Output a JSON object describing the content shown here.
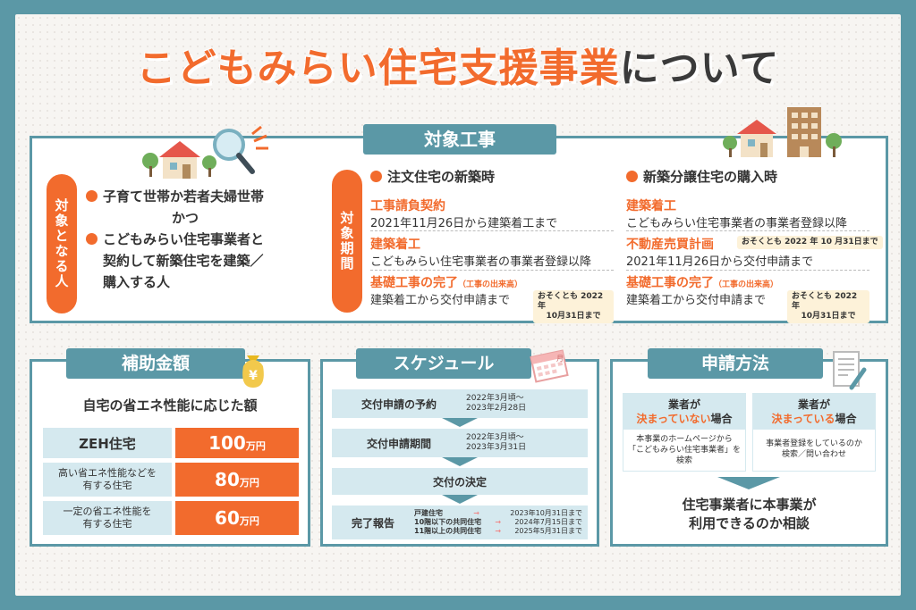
{
  "title": {
    "part1": "こどもみらい住宅支援事業",
    "part2": "について"
  },
  "target": {
    "tab": "対象工事",
    "who_label": "対象となる人",
    "who_items": [
      "子育て世帯か若者夫婦世帯",
      "かつ",
      "こどもみらい住宅事業者と",
      "契約して新築住宅を建築／",
      "購入する人"
    ],
    "period_label": "対象期間",
    "col1": {
      "heading": "注文住宅の新築時",
      "s1_title": "工事請負契約",
      "s1_text": "2021年11月26日から建築着工まで",
      "s2_title": "建築着工",
      "s2_text": "こどもみらい住宅事業者の事業者登録以降",
      "s3_title": "基礎工事の完了",
      "s3_sub": "（工事の出来高）",
      "s3_text": "建築着工から交付申請まで",
      "s3_note1": "おそくとも 2022年",
      "s3_note2": "10月31日まで"
    },
    "col2": {
      "heading": "新築分譲住宅の購入時",
      "s1_title": "建築着工",
      "s1_text": "こどもみらい住宅事業者の事業者登録以降",
      "s2_title": "不動産売買計画",
      "s2_note": "おそくとも 2022 年 10 月31日まで",
      "s2_text": "2021年11月26日から交付申請まで",
      "s3_title": "基礎工事の完了",
      "s3_sub": "（工事の出来高）",
      "s3_text": "建築着工から交付申請まで",
      "s3_note1": "おそくとも 2022 年",
      "s3_note2": "10月31日まで"
    }
  },
  "subsidy": {
    "tab": "補助金額",
    "heading": "自宅の省エネ性能に応じた額",
    "rows": [
      {
        "label": "ZEH住宅",
        "amount": "100",
        "unit": "万円"
      },
      {
        "label1": "高い省エネ性能などを",
        "label2": "有する住宅",
        "amount": "80",
        "unit": "万円"
      },
      {
        "label1": "一定の省エネ性能を",
        "label2": "有する住宅",
        "amount": "60",
        "unit": "万円"
      }
    ]
  },
  "schedule": {
    "tab": "スケジュール",
    "cal_label": "月",
    "steps": [
      {
        "label": "交付申請の予約",
        "d1": "2022年3月頃〜",
        "d2": "2023年2月28日"
      },
      {
        "label": "交付申請期間",
        "d1": "2022年3月頃〜",
        "d2": "2023年3月31日"
      },
      {
        "label": "交付の決定"
      }
    ],
    "final": {
      "label": "完了報告",
      "items": [
        {
          "type": "戸建住宅",
          "date": "2023年10月31日まで"
        },
        {
          "type": "10階以下の共同住宅",
          "date": "2024年7月15日まで"
        },
        {
          "type": "11階以上の共同住宅",
          "date": "2025年5月31日まで"
        }
      ]
    }
  },
  "apply": {
    "tab": "申請方法",
    "left": {
      "h1": "業者が",
      "h2a": "決まっていない",
      "h2b": "場合",
      "t1": "本事業のホームページから",
      "t2": "「こどもみらい住宅事業者」を",
      "t3": "検索"
    },
    "right": {
      "h1": "業者が",
      "h2a": "決まっている",
      "h2b": "場合",
      "t1": "事業者登録をしているのか",
      "t2": "検索／問い合わせ"
    },
    "result1": "住宅事業者に本事業が",
    "result2": "利用できるのか相談"
  }
}
